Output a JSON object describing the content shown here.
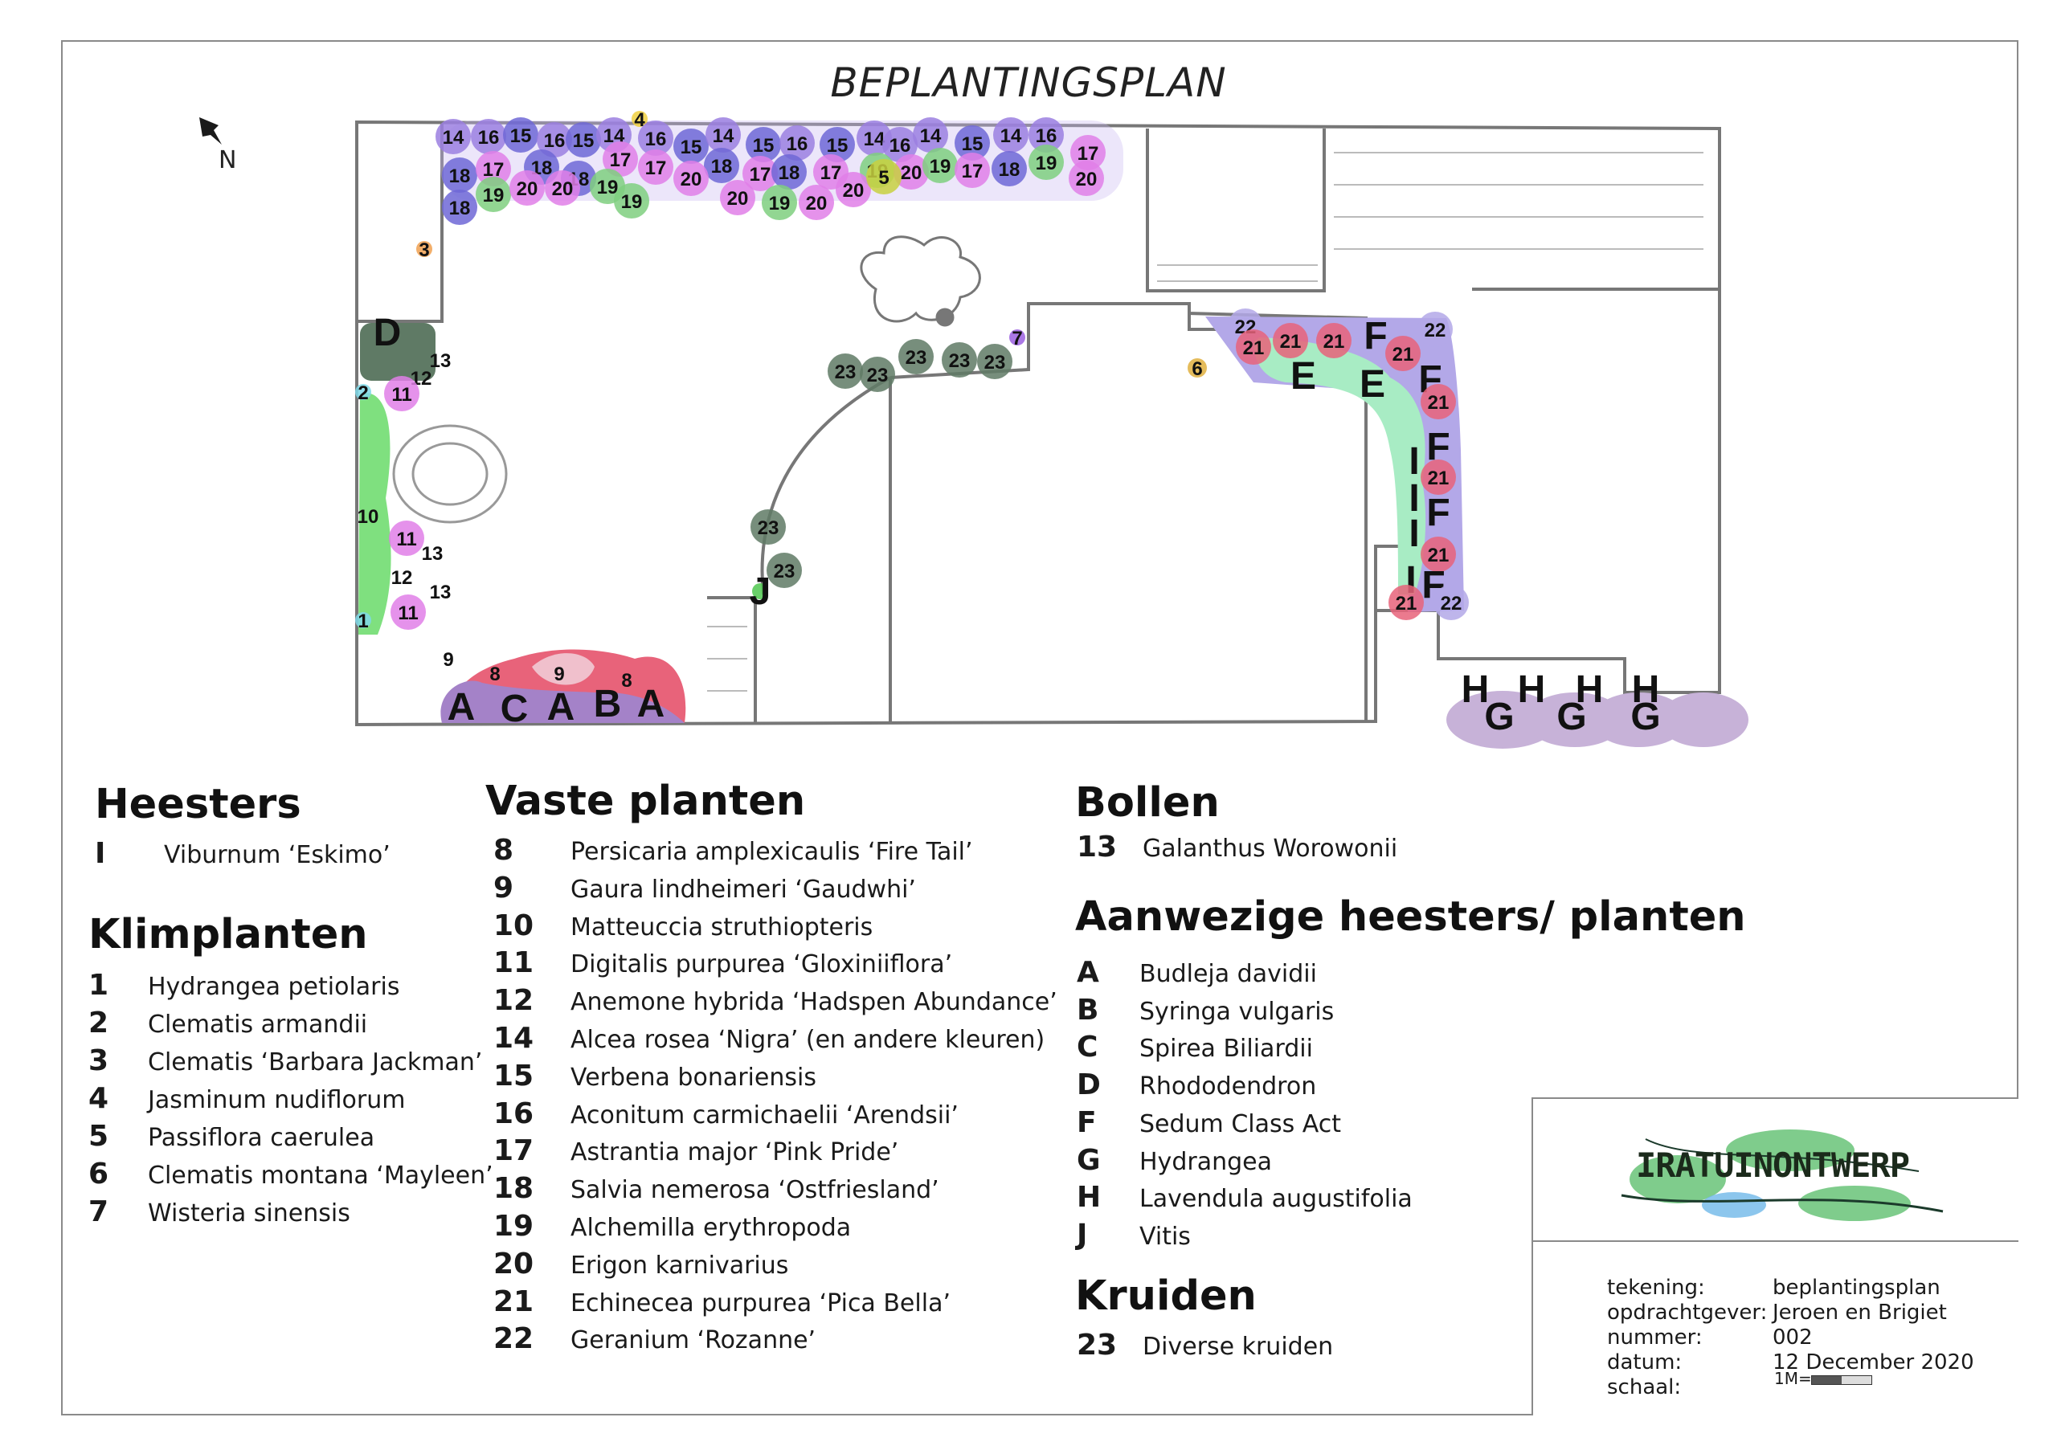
{
  "title": "BEPLANTINGSPLAN",
  "north_label": "N",
  "categories": {
    "heesters": {
      "title": "Heesters",
      "items": [
        {
          "code": "I",
          "name": "Viburnum ‘Eskimo’"
        }
      ]
    },
    "klimplanten": {
      "title": "Klimplanten",
      "items": [
        {
          "code": "1",
          "name": "Hydrangea petiolaris"
        },
        {
          "code": "2",
          "name": "Clematis armandii"
        },
        {
          "code": "3",
          "name": "Clematis ‘Barbara Jackman’"
        },
        {
          "code": "4",
          "name": "Jasminum nudiflorum"
        },
        {
          "code": "5",
          "name": "Passiflora caerulea"
        },
        {
          "code": "6",
          "name": "Clematis montana ‘Mayleen’"
        },
        {
          "code": "7",
          "name": "Wisteria sinensis"
        }
      ]
    },
    "vaste_planten": {
      "title": "Vaste planten",
      "items": [
        {
          "code": "8",
          "name": "Persicaria amplexicaulis ‘Fire Tail’"
        },
        {
          "code": "9",
          "name": "Gaura lindheimeri ‘Gaudwhi’"
        },
        {
          "code": "10",
          "name": "Matteuccia struthiopteris"
        },
        {
          "code": "11",
          "name": "Digitalis purpurea ‘Gloxiniiflora’"
        },
        {
          "code": "12",
          "name": "Anemone hybrida ‘Hadspen Abundance’"
        },
        {
          "code": "14",
          "name": "Alcea rosea ‘Nigra’ (en andere kleuren)"
        },
        {
          "code": "15",
          "name": "Verbena bonariensis"
        },
        {
          "code": "16",
          "name": "Aconitum carmichaelii ‘Arendsii’"
        },
        {
          "code": "17",
          "name": "Astrantia major ‘Pink Pride’"
        },
        {
          "code": "18",
          "name": "Salvia nemerosa ‘Ostfriesland’"
        },
        {
          "code": "19",
          "name": "Alchemilla erythropoda"
        },
        {
          "code": "20",
          "name": "Erigon karnivarius"
        },
        {
          "code": "21",
          "name": "Echinecea purpurea ‘Pica Bella’"
        },
        {
          "code": "22",
          "name": "Geranium ‘Rozanne’"
        }
      ]
    },
    "bollen": {
      "title": "Bollen",
      "items": [
        {
          "code": "13",
          "name": "Galanthus Worowonii"
        }
      ]
    },
    "aanwezig": {
      "title": "Aanwezige heesters/ planten",
      "items": [
        {
          "code": "A",
          "name": "Budleja davidii"
        },
        {
          "code": "B",
          "name": "Syringa vulgaris"
        },
        {
          "code": "C",
          "name": "Spirea Biliardii"
        },
        {
          "code": "D",
          "name": "Rhododendron"
        },
        {
          "code": "F",
          "name": "Sedum Class Act"
        },
        {
          "code": "G",
          "name": "Hydrangea"
        },
        {
          "code": "H",
          "name": "Lavendula augustifolia"
        },
        {
          "code": "J",
          "name": "Vitis"
        }
      ]
    },
    "kruiden": {
      "title": "Kruiden",
      "items": [
        {
          "code": "23",
          "name": "Diverse kruiden"
        }
      ]
    }
  },
  "title_block": {
    "logo": "IRATUINONTWERP",
    "fields": [
      {
        "label": "tekening:",
        "value": "beplantingsplan"
      },
      {
        "label": "opdrachtgever:",
        "value": "Jeroen en Brigiet"
      },
      {
        "label": "nummer:",
        "value": "002"
      },
      {
        "label": "datum:",
        "value": "12 December 2020"
      },
      {
        "label": "schaal:",
        "value": ""
      }
    ],
    "scale_mark": "1M="
  },
  "plan_labels": {
    "north_bed": [
      "14",
      "16",
      "15",
      "16",
      "15",
      "14",
      "4",
      "16",
      "15",
      "14",
      "15",
      "16",
      "15",
      "14",
      "16",
      "14",
      "15",
      "14",
      "16",
      "17",
      "18",
      "17",
      "18",
      "18",
      "17",
      "17",
      "18",
      "17",
      "18",
      "17",
      "19",
      "20",
      "19",
      "17",
      "18",
      "19",
      "20",
      "18",
      "19",
      "20",
      "20",
      "19",
      "19",
      "20",
      "20",
      "19",
      "20",
      "20",
      "5"
    ],
    "west_bed": [
      "3",
      "D",
      "13",
      "12",
      "2",
      "11",
      "10",
      "11",
      "13",
      "12",
      "13",
      "11",
      "1"
    ],
    "south_bed": [
      "9",
      "8",
      "9",
      "8",
      "A",
      "C",
      "A",
      "B",
      "A"
    ],
    "herbs": [
      "7",
      "23",
      "23",
      "23",
      "23",
      "23",
      "23",
      "23",
      "J"
    ],
    "east_bed": [
      "6",
      "22",
      "21",
      "21",
      "21",
      "F",
      "22",
      "21",
      "E",
      "E",
      "F",
      "21",
      "I",
      "F",
      "21",
      "I",
      "F",
      "I",
      "21",
      "I",
      "F",
      "21",
      "22"
    ],
    "lavender_bed": [
      "H",
      "H",
      "H",
      "H",
      "G",
      "G",
      "G"
    ]
  },
  "colors": {
    "purple": "#9b7fe0",
    "violet": "#6f67d6",
    "pink_lilac": "#e07fe8",
    "green": "#7fcf7f",
    "mint": "#a8ecc4",
    "red_pink": "#e8637a",
    "lavender": "#c7b2d8",
    "dark_green": "#5f7a65",
    "light_purple_bed": "#b3a8e8"
  }
}
